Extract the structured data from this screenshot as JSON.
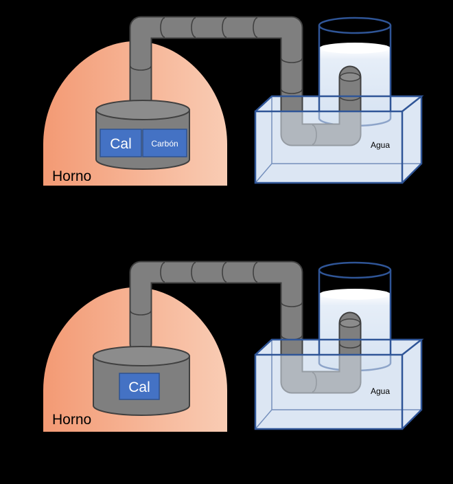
{
  "colors": {
    "background": "#000000",
    "furnace_light": "#f8c8ae",
    "furnace_dark": "#f4a07c",
    "pipe": "#7f7f7f",
    "pipe_edge": "#404040",
    "crucible": "#808080",
    "label_box": "#4472c4",
    "water_tank": "#dae5f3",
    "tank_edge": "#2f5597",
    "water": "#dce8f5"
  },
  "panels": [
    {
      "furnace_label": "Horno",
      "water_label": "Agua",
      "crucible_labels": [
        "Cal",
        "Carbón"
      ]
    },
    {
      "furnace_label": "Horno",
      "water_label": "Agua",
      "crucible_labels": [
        "Cal"
      ]
    }
  ]
}
